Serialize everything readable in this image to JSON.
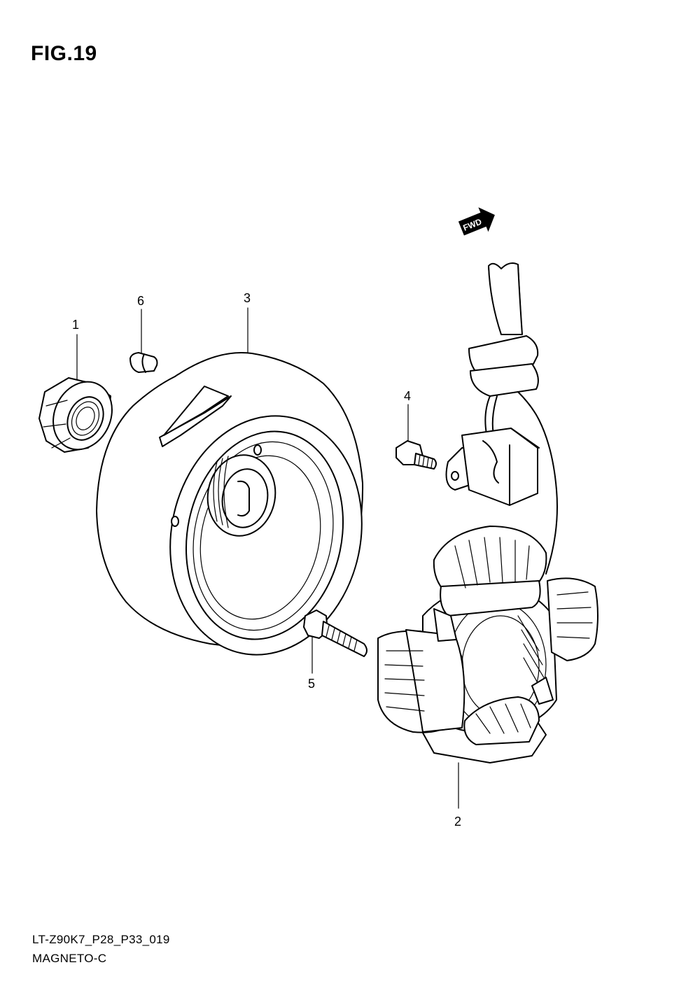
{
  "figure": {
    "title": "FIG.19",
    "footer_code": "LT-Z90K7_P28_P33_019",
    "footer_name": "MAGNETO-C"
  },
  "direction_badge": {
    "label": "FWD",
    "icon": "forward-arrow-icon"
  },
  "callouts": [
    {
      "id": "1",
      "part": "nut"
    },
    {
      "id": "2",
      "part": "stator"
    },
    {
      "id": "3",
      "part": "rotor"
    },
    {
      "id": "4",
      "part": "bolt"
    },
    {
      "id": "5",
      "part": "bolt"
    },
    {
      "id": "6",
      "part": "key"
    }
  ]
}
